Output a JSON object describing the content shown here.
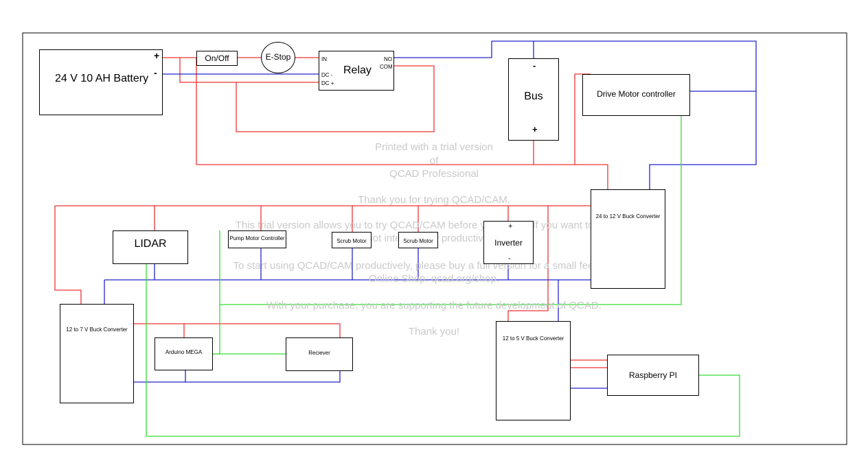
{
  "colors": {
    "positive": "#ee3333",
    "negative": "#2222cc",
    "signal": "#33dd33",
    "outline": "#000000",
    "watermark": "#c9c9c9"
  },
  "components": {
    "battery": {
      "label": "24 V 10 AH Battery",
      "plus": "+",
      "minus": "-"
    },
    "on_off": {
      "label": "On/Off"
    },
    "estop": {
      "label": "E-Stop"
    },
    "relay": {
      "label": "Relay",
      "pin_in": "IN",
      "pin_dc_minus": "DC -",
      "pin_dc_plus": "DC +",
      "pin_no": "NO",
      "pin_com": "COM"
    },
    "bus": {
      "label": "Bus",
      "minus": "-",
      "plus": "+"
    },
    "drive_motor_controller": {
      "label": "Drive Motor controller"
    },
    "buck_24_12": {
      "label": "24 to 12 V Buck Converter"
    },
    "lidar": {
      "label": "LIDAR"
    },
    "pump_motor_controller": {
      "label": "Pump Motor Controller"
    },
    "scrub_motor_1": {
      "label": "Scrub Motor"
    },
    "scrub_motor_2": {
      "label": "Scrub Motor"
    },
    "inverter": {
      "label": "Inverter",
      "plus": "+",
      "minus": "-"
    },
    "buck_12_7": {
      "label": "12 to 7 V Buck Converter"
    },
    "arduino": {
      "label": "Arduino MEGA"
    },
    "receiver": {
      "label": "Reciever"
    },
    "buck_12_5": {
      "label": "12 to 5 V Buck Converter"
    },
    "raspberry_pi": {
      "label": "Raspberry PI"
    }
  },
  "watermark": {
    "line1": "Printed with a trial version",
    "line2": "of",
    "line3": "QCAD Professional",
    "line4": "Thank you for trying QCAD/CAM.",
    "line5": "This trial version allows you to try QCAD/CAM before you decide if you want to buy it. It",
    "line6": "is not intended for productive use.",
    "line7": "To start using QCAD/CAM productively, please buy a full version for a small fee from our",
    "line8": "Online Shop: qcad.org/shop.",
    "line9": "With your purchase, you are supporting the future development of QCAD.",
    "line10": "Thank you!"
  }
}
